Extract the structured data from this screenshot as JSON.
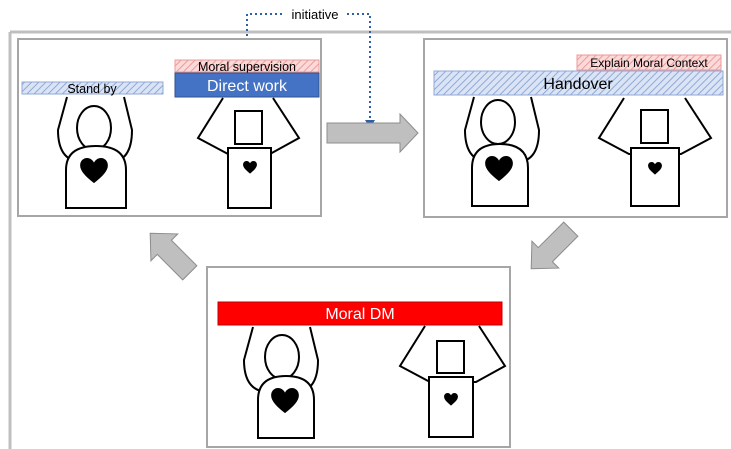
{
  "labels": {
    "initiative": "initiative",
    "stand_by": "Stand by",
    "moral_supervision": "Moral supervision",
    "direct_work": "Direct work",
    "explain_moral_context": "Explain Moral Context",
    "handover": "Handover",
    "moral_dm": "Moral DM"
  },
  "colors": {
    "direct_work_bar": "#4472c4",
    "moral_dm_bar": "#ff0000",
    "moral_supervision_bar": "#f4b6b6",
    "stand_by_bar": "#c9d5ee",
    "handover_bar": "#c9d5ee",
    "explain_moral_context_bar": "#f8cbcb",
    "arrow_fill": "#bfbfbf",
    "initiative_line": "#2e5fa8",
    "panel_border": "#a6a6a6"
  },
  "icons": [
    "human-figure-icon",
    "robot-figure-icon",
    "heart-icon",
    "process-arrow-icon"
  ]
}
